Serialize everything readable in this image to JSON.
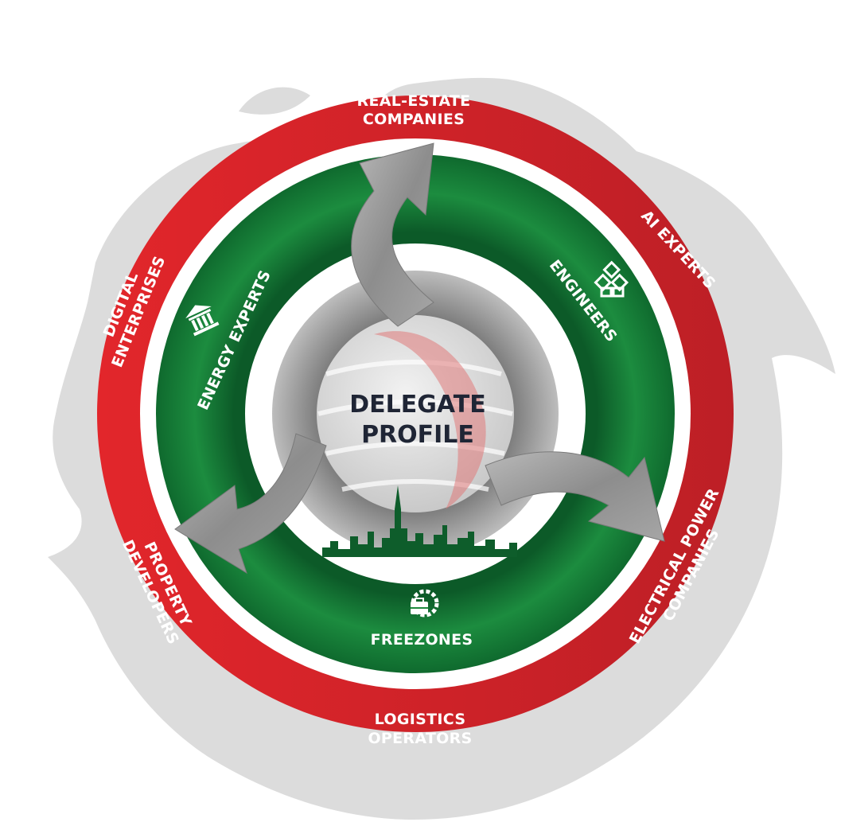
{
  "center": {
    "line1": "DELEGATE",
    "line2": "PROFILE"
  },
  "outer_ring": {
    "color": "#c42127",
    "labels": {
      "real_estate": [
        "REAL-ESTATE",
        "COMPANIES"
      ],
      "ai_experts": [
        "AI EXPERTS"
      ],
      "electrical_power": [
        "ELECTRICAL POWER",
        "COMPANIES"
      ],
      "logistics": [
        "LOGISTICS",
        "OPERATORS"
      ],
      "property_developers": [
        "PROPERTY",
        "DEVELOPERS"
      ],
      "digital_enterprises": [
        "DIGITAL",
        "ENTERPRISES"
      ]
    }
  },
  "inner_ring": {
    "color": "#1e8a3e",
    "labels": {
      "energy_experts": "ENERGY EXPERTS",
      "engineers": "ENGINEERS",
      "freezones": "FREEZONES"
    }
  },
  "icons": {
    "energy_experts": "bank-building-icon",
    "engineers": "cubes-icon",
    "freezones": "briefcase-gear-icon"
  }
}
